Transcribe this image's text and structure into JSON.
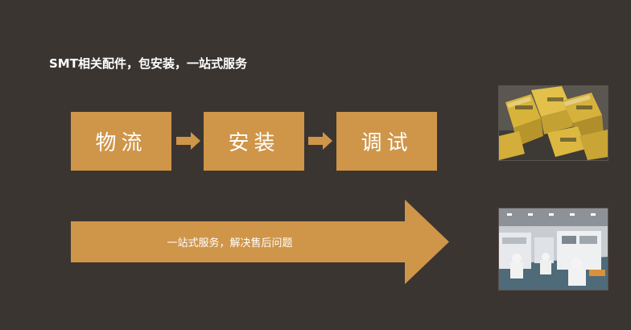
{
  "headline": "SMT相关配件，包安装，一站式服务",
  "steps": [
    {
      "label": "物流"
    },
    {
      "label": "安装"
    },
    {
      "label": "调试"
    }
  ],
  "banner": {
    "label": "一站式服务，解决售后问题"
  },
  "colors": {
    "background": "#3a3531",
    "accent": "#cf9549",
    "text": "#ffffff"
  },
  "icons": [
    "arrow-right-icon",
    "large-arrow-icon"
  ]
}
